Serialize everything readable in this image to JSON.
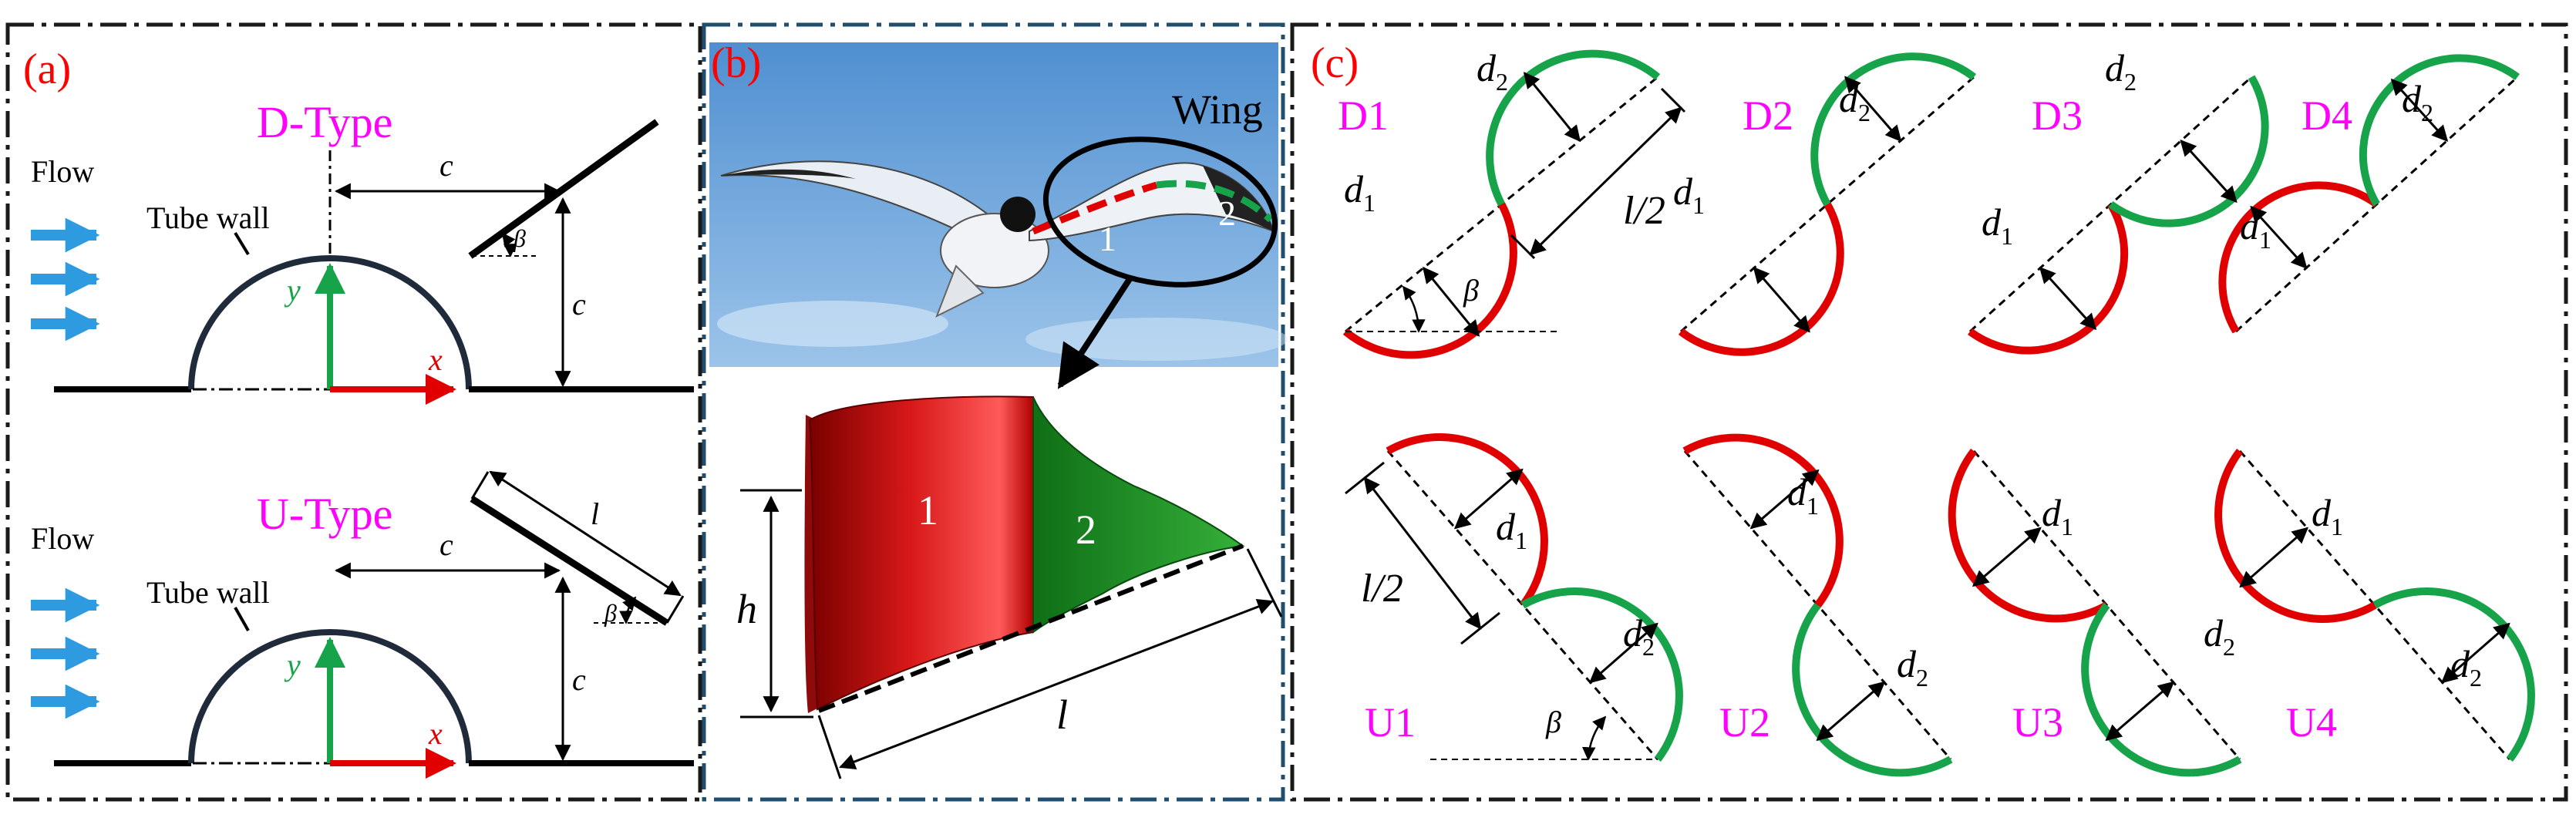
{
  "panel_a": {
    "tag": "(a)",
    "d_title": "D-Type",
    "u_title": "U-Type",
    "flow": "Flow",
    "tube_wall": "Tube wall",
    "c": "c",
    "l": "l",
    "beta": "β",
    "x": "x",
    "y": "y"
  },
  "panel_b": {
    "tag": "(b)",
    "wing": "Wing",
    "seg1": "1",
    "seg2": "2",
    "h": "h",
    "l": "l"
  },
  "panel_c": {
    "tag": "(c)",
    "d1": "d",
    "d1_sub": "1",
    "d2": "d",
    "d2_sub": "2",
    "half_l": "l/2",
    "beta": "β",
    "labels_d": [
      "D1",
      "D2",
      "D3",
      "D4"
    ],
    "labels_u": [
      "U1",
      "U2",
      "U3",
      "U4"
    ]
  },
  "colors": {
    "red": "#ff0000",
    "green": "#20a040",
    "magenta": "#ff00ff",
    "blue_arrow": "#2e9be0",
    "frame": "#1a1a1a",
    "frame_b": "#1f4e6e"
  }
}
